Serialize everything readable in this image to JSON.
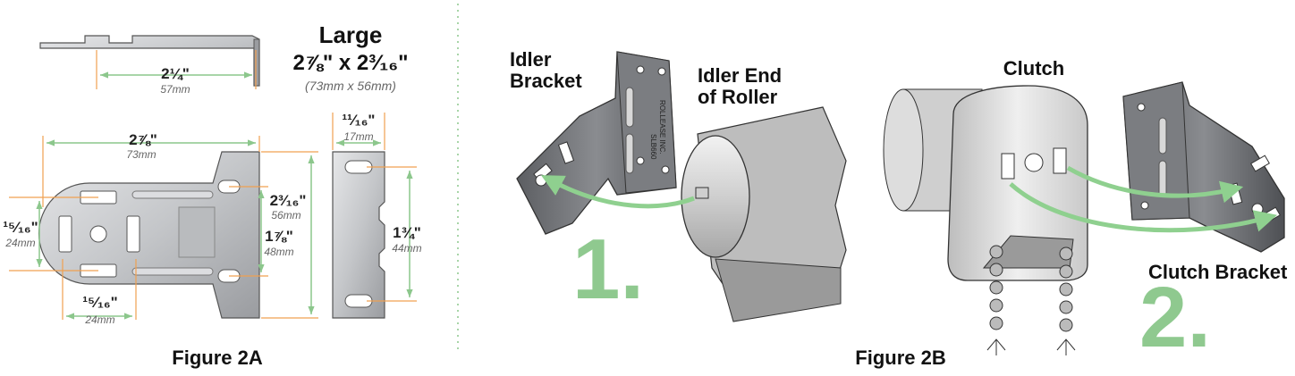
{
  "colors": {
    "dimension_line": "#8cc78c",
    "orange_guide": "#f0a050",
    "metal": "#c7c9cc",
    "metal_dark": "#6a6c70",
    "divider": "#8cc78c",
    "arrow": "#8fd08f",
    "step_number": "#8fc98f"
  },
  "figure_2a": {
    "caption": "Figure 2A",
    "size_title": "Large",
    "size_value": "2⅞\" x 2³⁄₁₆\"",
    "size_metric": "(73mm x 56mm)",
    "dims": {
      "top_depth": "2¼\"",
      "top_depth_mm": "57mm",
      "width": "2⅞\"",
      "width_mm": "73mm",
      "height": "2³⁄₁₆\"",
      "height_mm": "56mm",
      "slot_spacing": "1⅞\"",
      "slot_spacing_mm": "48mm",
      "left_height": "¹⁵⁄₁₆\"",
      "left_height_mm": "24mm",
      "bottom_width": "¹⁵⁄₁₆\"",
      "bottom_width_mm": "24mm",
      "side_width": "¹¹⁄₁₆\"",
      "side_width_mm": "17mm",
      "side_hole_spacing": "1¾\"",
      "side_hole_spacing_mm": "44mm"
    }
  },
  "figure_2b": {
    "caption": "Figure 2B",
    "idler_bracket": [
      "Idler",
      "Bracket"
    ],
    "idler_end": [
      "Idler End",
      "of Roller"
    ],
    "clutch": "Clutch",
    "clutch_bracket": "Clutch Bracket",
    "step1": "1.",
    "step2": "2.",
    "bracket_stamp_1": "SLB660",
    "bracket_stamp_2": "ROLLEASE INC."
  }
}
